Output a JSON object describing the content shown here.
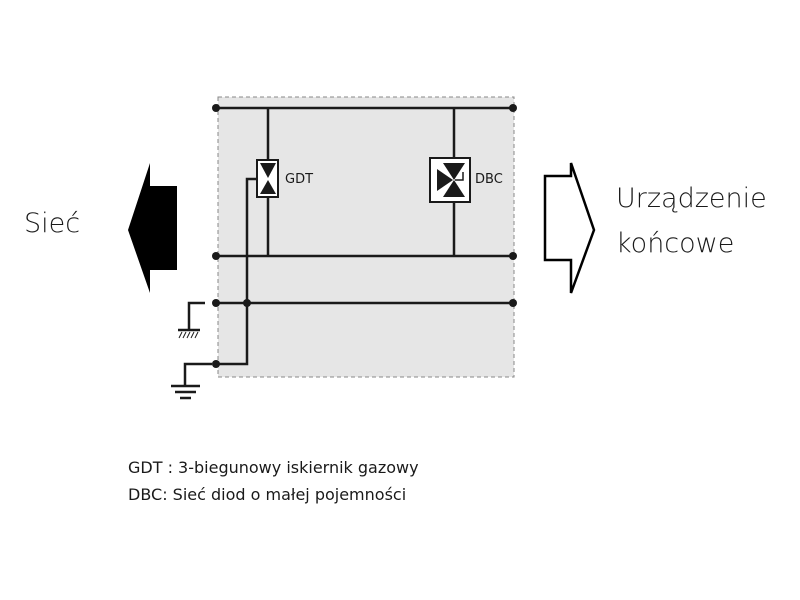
{
  "left_label": "Sieć",
  "right_label": [
    "Urządzenie",
    "końcowe"
  ],
  "components": {
    "gdt": "GDT",
    "dbc": "DBC"
  },
  "legend": [
    "GDT : 3-biegunowy iskiernik gazowy",
    "DBC: Sieć diod o małej pojemności"
  ],
  "colors": {
    "box_fill": "#e6e6e6",
    "line": "#1a1a1a"
  }
}
